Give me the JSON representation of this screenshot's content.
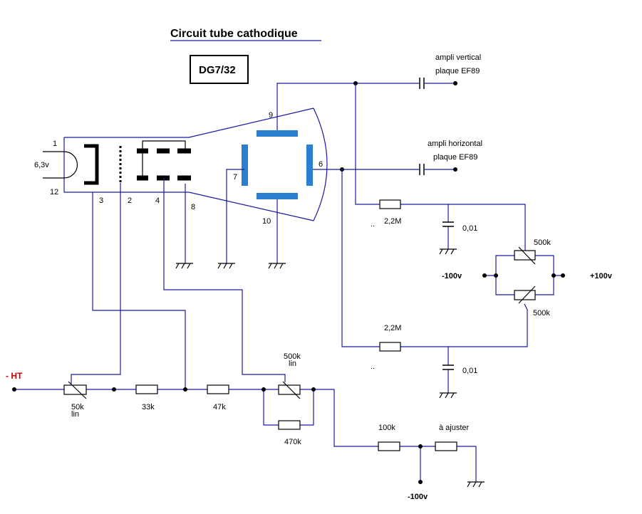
{
  "title": "Circuit tube cathodique",
  "model": "DG7/32",
  "pins": {
    "p1": "1",
    "p12": "12",
    "p3": "3",
    "p2": "2",
    "p4": "4",
    "p8": "8",
    "p9": "9",
    "p10": "10",
    "p7": "7",
    "p6": "6"
  },
  "heater_voltage": "6,3v",
  "labels": {
    "ampli_vertical": "ampli vertical",
    "plaque_ef89_1": "plaque EF89",
    "ampli_horizontal": "ampli horizontal",
    "plaque_ef89_2": "plaque EF89",
    "minus_100v_left": "-100v",
    "plus_100v": "+100v",
    "minus_ht": "- HT",
    "minus_100v_bottom": "-100v"
  },
  "components": {
    "r_2m2_top": "2,2M",
    "c_001_top": "0,01",
    "pot_500k_top": "500k",
    "pot_500k_bottom": "500k",
    "r_2m2_bottom": "2,2M",
    "c_001_bottom": "0,01",
    "pot_50k": "50k",
    "pot_50k_lin": "lin",
    "r_33k": "33k",
    "r_47k": "47k",
    "pot_500k_lin_val": "500k",
    "pot_500k_lin": "lin",
    "r_470k": "470k",
    "r_100k": "100k",
    "r_adjust": "à ajuster"
  },
  "colors": {
    "wire": "#1a1aa6",
    "plate": "#2b7fd0",
    "ht_label": "#cc0000"
  },
  "icons": [
    "ground-icon",
    "capacitor-icon",
    "resistor-icon",
    "potentiometer-icon"
  ]
}
